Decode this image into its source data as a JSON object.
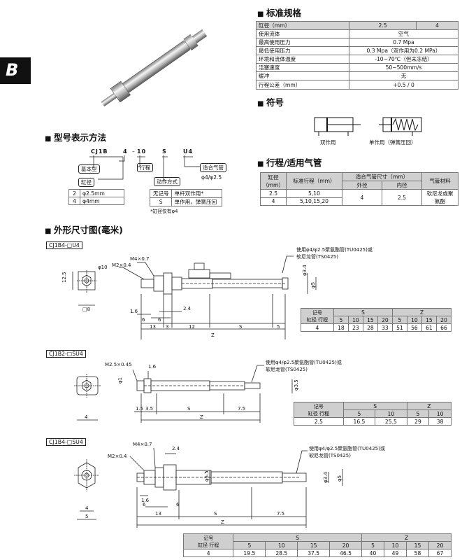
{
  "side_tab": "B",
  "spec": {
    "title": "标准规格",
    "header": [
      "缸径（mm）",
      "2.5",
      "4"
    ],
    "rows": [
      [
        "使用流体",
        "空气"
      ],
      [
        "最高使用压力",
        "0.7 Mpa"
      ],
      [
        "最低使用压力",
        "0.3 Mpa（双作用为0.2 MPa）"
      ],
      [
        "环境和流体温度",
        "-10~70℃（但未冻结）"
      ],
      [
        "活塞速度",
        "50~500mm/s"
      ],
      [
        "缓冲",
        "无"
      ],
      [
        "行程公差（mm）",
        "+0.5 / 0"
      ]
    ]
  },
  "symbol": {
    "title": "符号",
    "double_label": "双作用",
    "single_label": "单作用（弹簧压回）"
  },
  "model": {
    "title": "型号表示方法",
    "code": [
      "CJ1B",
      "4",
      "10",
      "S",
      "U4"
    ],
    "basic_type": "基本型",
    "bore": "缸径",
    "stroke": "行程",
    "action": "动作方式",
    "tube": "适合气管",
    "tube_sizes": "φ4/φ2.5",
    "bore_table": [
      [
        "2",
        "φ2.5mm"
      ],
      [
        "4",
        "φ4mm"
      ]
    ],
    "action_table": [
      [
        "无记号",
        "单杆双作用*"
      ],
      [
        "S",
        "单作用，弹簧压回"
      ]
    ],
    "note": "*缸径仅有φ4"
  },
  "stroke_tube": {
    "title": "行程/适用气管",
    "h_bore": "缸径（mm）",
    "h_stroke": "标准行程（mm）",
    "h_tube": "适合气管尺寸（mm）",
    "h_od": "外径",
    "h_id": "内径",
    "h_mat": "气管材料",
    "rows": [
      [
        "2.5",
        "5,10"
      ],
      [
        "4",
        "5,10,15,20"
      ]
    ],
    "od": "4",
    "id": "2.5",
    "mat": "软尼龙或聚氨酯"
  },
  "dims": {
    "title": "外形尺寸图(毫米)",
    "header_label": "记号",
    "bore_label": "缸径",
    "mm_label": "(mm)",
    "stroke_label": "行程",
    "tube_note_u4": "使用φ4/φ2.5聚氨酯管(TU0425)或",
    "tube_note_2": "软尼龙管(TS0425)",
    "tube_note_b2": "使用φ4/φ2.5聚氨酯管(TU0425)或",
    "d1": {
      "name": "CJ1B4-□U4",
      "labels": [
        "M4×0.7",
        "M2×0.4",
        "φ10",
        "12.5",
        "1.6",
        "6",
        "2.4",
        "13",
        "3",
        "12",
        "S",
        "5",
        "Z",
        "□8",
        "φ3.4",
        "φ5"
      ],
      "tbl_s": [
        "5",
        "10",
        "15",
        "20"
      ],
      "tbl_z": [
        "5",
        "10",
        "15",
        "20"
      ],
      "row": [
        "4",
        "18",
        "23",
        "28",
        "33",
        "51",
        "56",
        "61",
        "66"
      ]
    },
    "d2": {
      "name": "CJ1B2-□SU4",
      "labels": [
        "M2.5×0.45",
        "1.6",
        "φ1",
        "φ3.5",
        "1.5",
        "3.5",
        "S",
        "7.5",
        "Z",
        "4"
      ],
      "tbl_s": [
        "5",
        "10"
      ],
      "tbl_z": [
        "5",
        "10"
      ],
      "row": [
        "2.5",
        "16.5",
        "25.5",
        "29",
        "38"
      ]
    },
    "d3": {
      "name": "CJ1B4-□SU4",
      "labels": [
        "M4×0.7",
        "M2×0.4",
        "2.4",
        "1.6",
        "6",
        "13",
        "S",
        "7.5",
        "Z",
        "4",
        "5",
        "φ5.5",
        "φ3.4",
        "φ5"
      ],
      "tbl_s": [
        "5",
        "10",
        "15",
        "20"
      ],
      "tbl_z": [
        "5",
        "10",
        "15",
        "20"
      ],
      "row": [
        "4",
        "19.5",
        "28.5",
        "37.5",
        "46.5",
        "40",
        "49",
        "58",
        "67"
      ]
    }
  }
}
